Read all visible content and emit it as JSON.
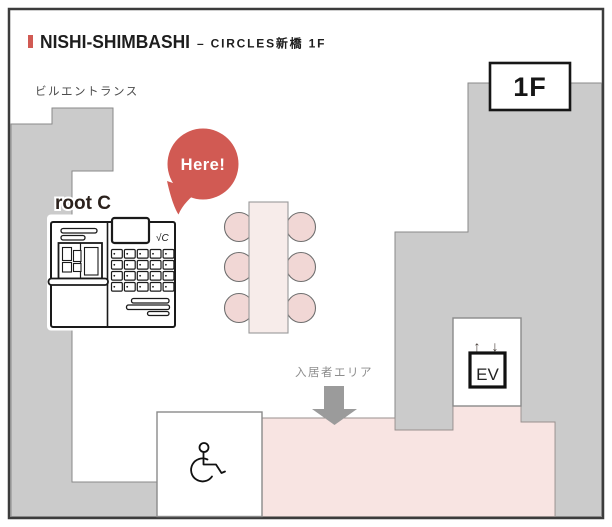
{
  "header": {
    "title_main": "NISHI-SHIMBASHI",
    "title_separator_and_sub": "– CIRCLES新橋 1F"
  },
  "labels": {
    "building_entrance": "ビルエントランス",
    "floor_badge": "1F",
    "here_bubble": "Here!",
    "machine_name": "root C",
    "machine_logo": "√C",
    "resident_area": "入居者エリア"
  },
  "elevator": {
    "label": "EV",
    "up_arrow": "↑",
    "down_arrow": "↓"
  },
  "colors": {
    "accent_red": "#d15a53",
    "wall_gray": "#cbcbcb",
    "wall_border": "#8a8a8a",
    "floor_pink": "#f8e4e2",
    "chair_pink": "#f1d7d5",
    "table_pink": "#f7ecea",
    "arrow_gray": "#9b9b9b",
    "outer_border": "#3c3c3c",
    "title_text": "#1e1e1e"
  }
}
